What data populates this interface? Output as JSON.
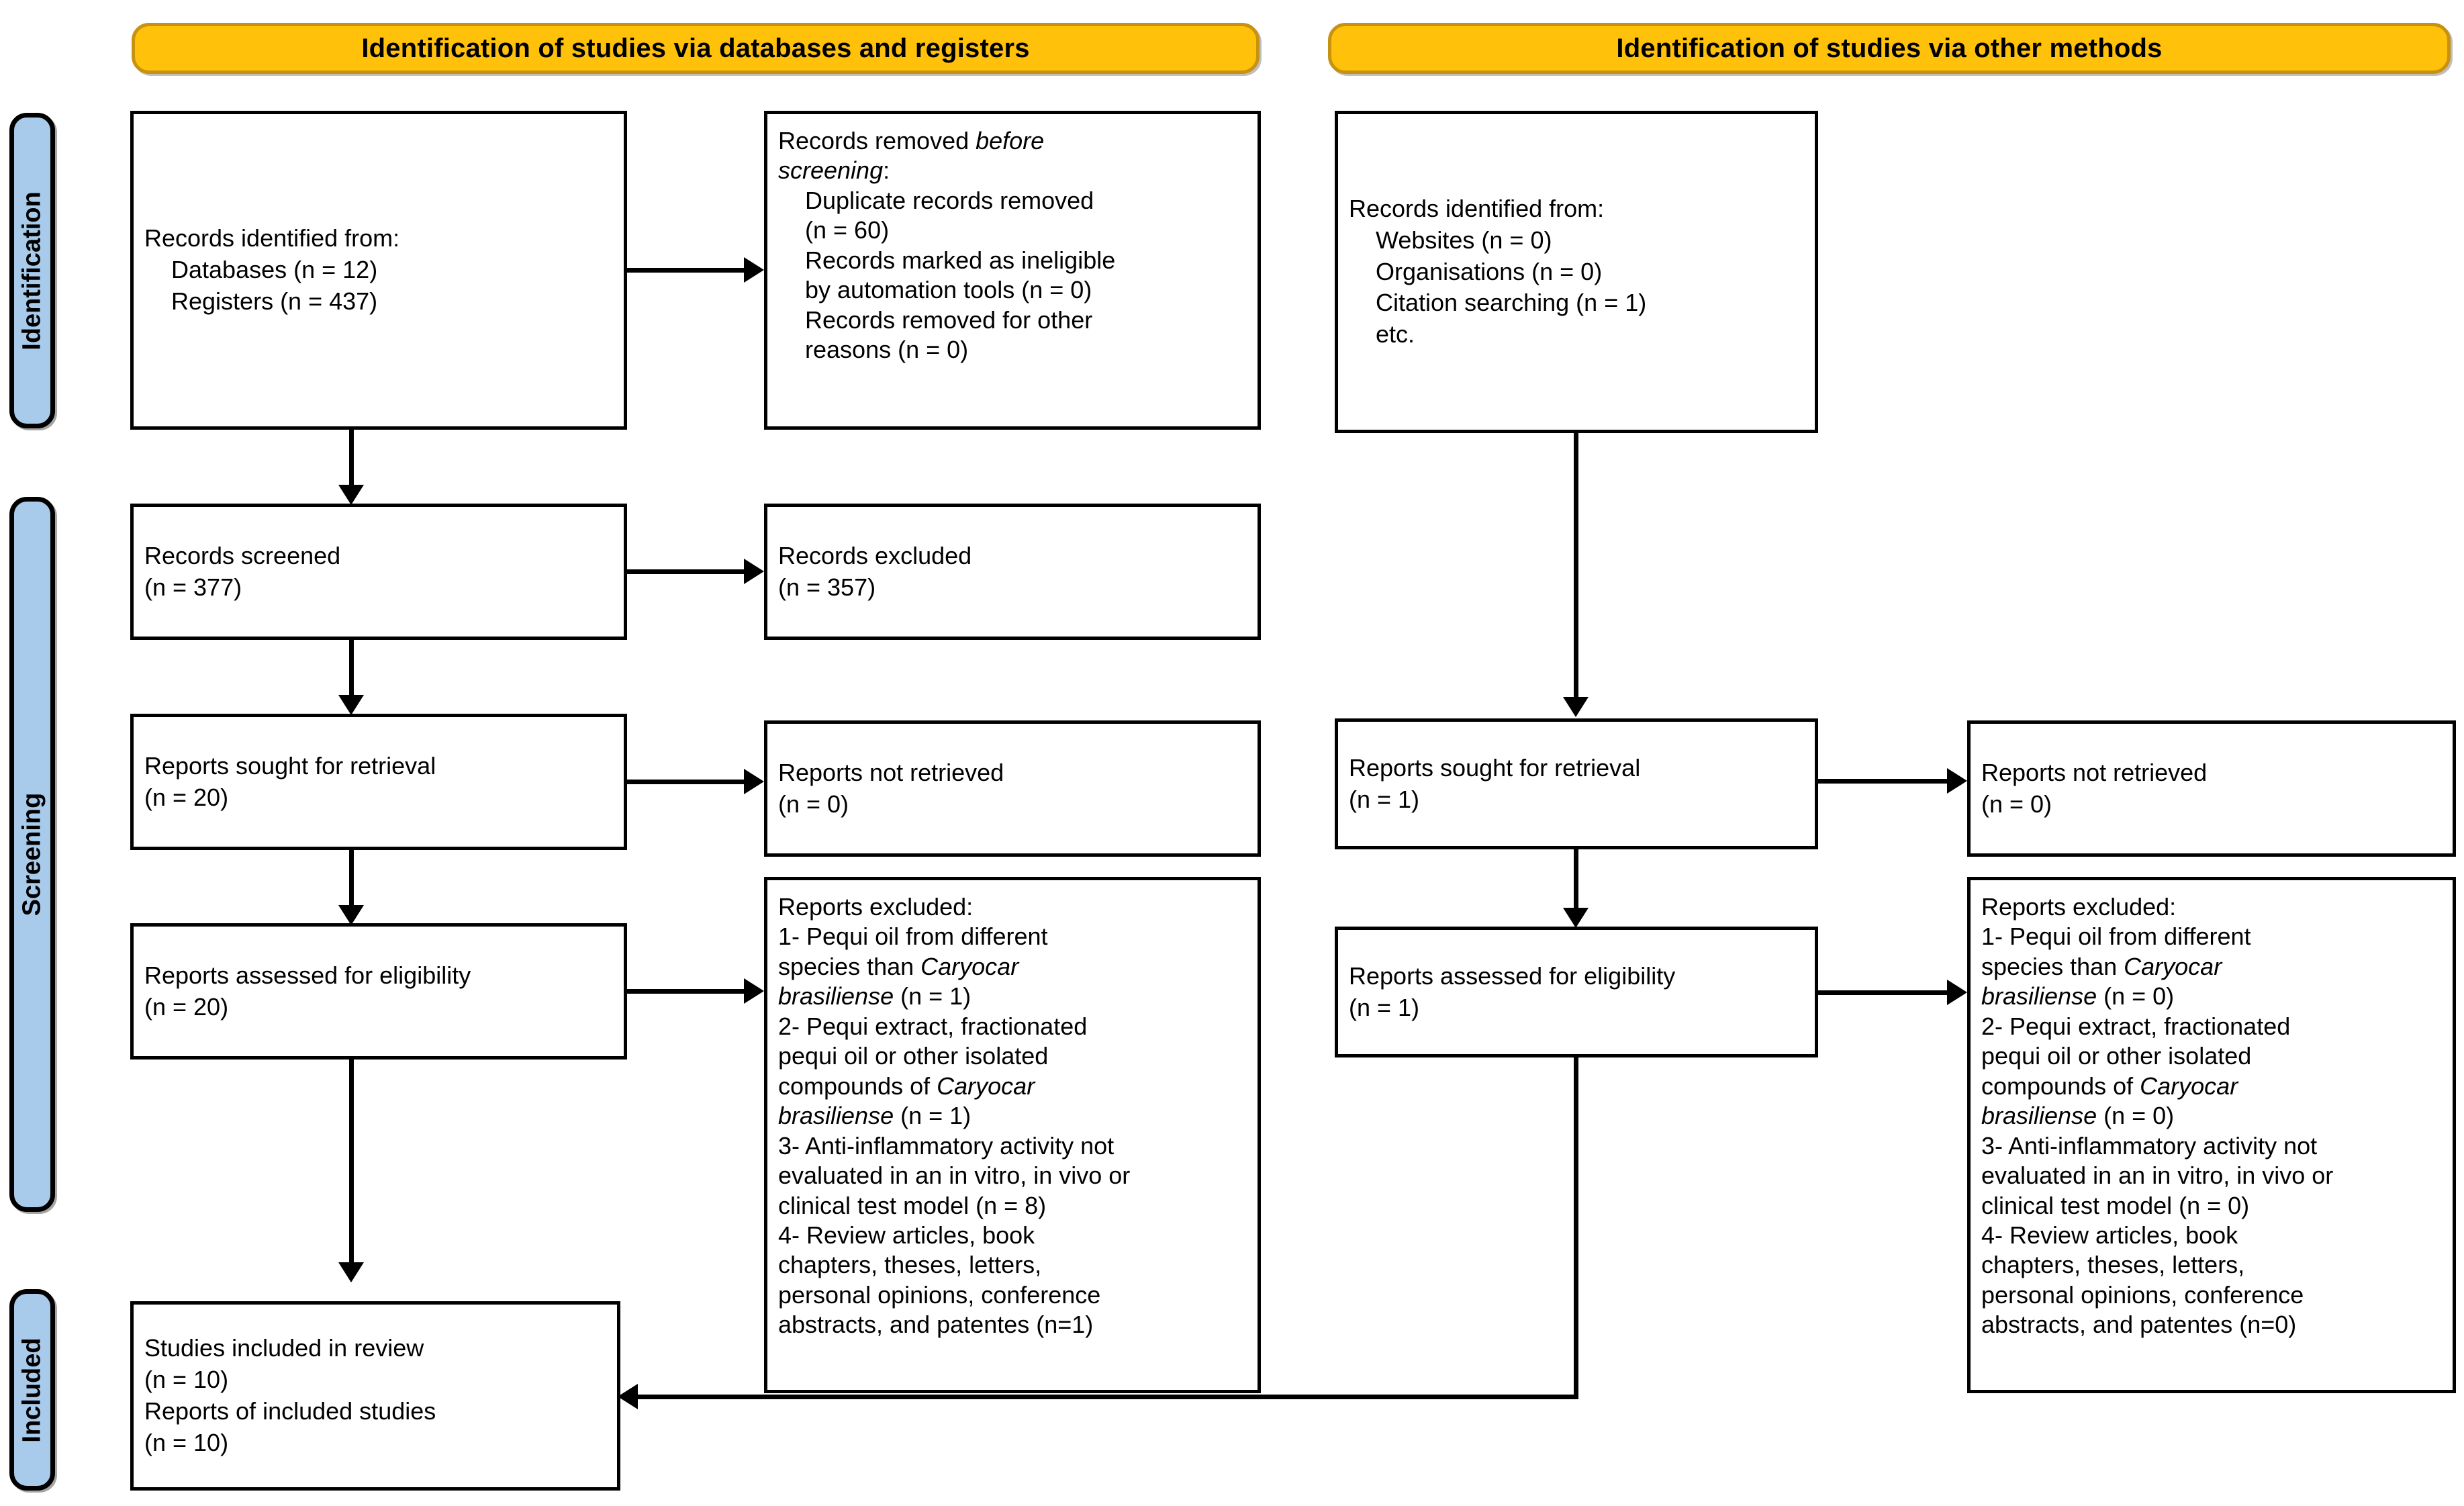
{
  "diagram": {
    "title": "PRISMA 2020 flow diagram",
    "colors": {
      "banner_fill": "#FFC10A",
      "banner_border": "#C89211",
      "stage_label_fill": "#A8CAEB",
      "box_border": "#000000",
      "background": "#FFFFFF"
    }
  },
  "banners": {
    "left": "Identification of studies via databases and registers",
    "right": "Identification of studies via other methods"
  },
  "stage_labels": {
    "identification": "Identification",
    "screening": "Screening",
    "included": "Included"
  },
  "left_column": {
    "records_identified": {
      "line1": "Records identified from:",
      "line2": "    Databases (n = 12)",
      "line3": "    Registers (n = 437)"
    },
    "records_removed": {
      "heading_plain": "Records removed ",
      "heading_italic_a": "before",
      "heading_italic_b": "screening",
      "heading_colon": ":",
      "item1": "    Duplicate records removed",
      "item1b": "    (n = 60)",
      "item2": "    Records marked as ineligible",
      "item2b": "    by automation tools (n = 0)",
      "item3": "    Records removed for other",
      "item3b": "    reasons (n = 0)"
    },
    "records_screened": {
      "line1": "Records screened",
      "line2": "(n = 377)"
    },
    "records_excluded": {
      "line1": "Records excluded",
      "line2": "(n = 357)"
    },
    "reports_sought": {
      "line1": "Reports sought for retrieval",
      "line2": "(n = 20)"
    },
    "reports_not_retrieved": {
      "line1": "Reports not retrieved",
      "line2": "(n = 0)"
    },
    "reports_assessed": {
      "line1": "Reports assessed for eligibility",
      "line2": "(n = 20)"
    },
    "reports_excluded": {
      "heading": "Reports excluded:",
      "r1_a": "1- Pequi oil from different",
      "r1_b": "species than ",
      "r1_sp1": "Caryocar",
      "r1_sp2": "brasiliense",
      "r1_n": " (n = 1)",
      "r2_a": "2- Pequi extract, fractionated",
      "r2_b": "pequi oil or other isolated",
      "r2_c": "compounds of ",
      "r2_sp1": "Caryocar",
      "r2_sp2": "brasiliense",
      "r2_n": " (n = 1)",
      "r3_a": "3- Anti-inflammatory activity not",
      "r3_b": "evaluated in an in vitro, in vivo or",
      "r3_c": "clinical test model (n = 8)",
      "r4_a": "4- Review articles, book",
      "r4_b": "chapters, theses, letters,",
      "r4_c": "personal opinions, conference",
      "r4_d": "abstracts, and patentes (n=1)"
    }
  },
  "right_column": {
    "records_identified": {
      "line1": "Records identified from:",
      "line2": "    Websites (n = 0)",
      "line3": "    Organisations (n = 0)",
      "line4": "    Citation searching (n = 1)",
      "line5": "    etc."
    },
    "reports_sought": {
      "line1": "Reports sought for retrieval",
      "line2": "(n = 1)"
    },
    "reports_not_retrieved": {
      "line1": "Reports not retrieved",
      "line2": "(n = 0)"
    },
    "reports_assessed": {
      "line1": "Reports assessed for eligibility",
      "line2": "(n = 1)"
    },
    "reports_excluded": {
      "heading": "Reports excluded:",
      "r1_a": "1- Pequi oil from different",
      "r1_b": "species than ",
      "r1_sp1": "Caryocar",
      "r1_sp2": "brasiliense",
      "r1_n": " (n = 0)",
      "r2_a": "2- Pequi extract, fractionated",
      "r2_b": "pequi oil or other isolated",
      "r2_c": "compounds of ",
      "r2_sp1": "Caryocar",
      "r2_sp2": "brasiliense",
      "r2_n": " (n = 0)",
      "r3_a": "3- Anti-inflammatory activity not",
      "r3_b": "evaluated in an in vitro, in vivo or",
      "r3_c": "clinical test model (n = 0)",
      "r4_a": "4- Review articles, book",
      "r4_b": "chapters, theses, letters,",
      "r4_c": "personal opinions, conference",
      "r4_d": "abstracts, and patentes (n=0)"
    }
  },
  "included": {
    "line1": "Studies included in review",
    "line2": "(n = 10)",
    "line3": "Reports of included studies",
    "line4": "(n = 10)"
  }
}
